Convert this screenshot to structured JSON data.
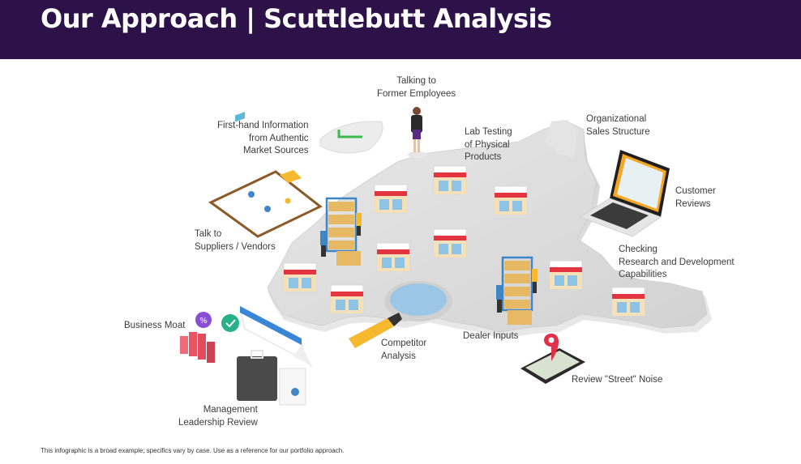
{
  "header": {
    "title": "Our Approach | Scuttlebutt Analysis",
    "background_color": "#2d1149"
  },
  "labels": {
    "former_employees": [
      "Talking to",
      "Former Employees"
    ],
    "firsthand_info": [
      "First-hand Information",
      "from Authentic",
      "Market Sources"
    ],
    "lab_testing": [
      "Lab Testing",
      "of Physical",
      "Products"
    ],
    "org_sales": [
      "Organizational",
      "Sales Structure"
    ],
    "customer_reviews": [
      "Customer",
      "Reviews"
    ],
    "suppliers": [
      "Talk to",
      "Suppliers / Vendors"
    ],
    "rd_capabilities": [
      "Checking",
      "Research and Development",
      "Capabilities"
    ],
    "business_moat": [
      "Business Moat"
    ],
    "competitor": [
      "Competitor",
      "Analysis"
    ],
    "dealer_inputs": [
      "Dealer Inputs"
    ],
    "street_noise": [
      "Review \"Street\" Noise"
    ],
    "management": [
      "Management",
      "Leadership Review"
    ]
  },
  "icons": {
    "shield": "shield-check-icon",
    "person": "businesswoman-icon",
    "laptop": "laptop-dashboard-icon",
    "clipboard": "clipboard-report-icon",
    "magnifier": "magnifying-glass-icon",
    "phone": "phone-map-pin-icon",
    "briefcase": "briefcase-icon",
    "calendar": "calendar-icon",
    "bar_chart": "bar-chart-icon",
    "percent": "percent-badge-icon",
    "check_badge": "check-badge-icon",
    "store": "store-icon",
    "warehouse": "warehouse-shelf-icon"
  },
  "colors": {
    "map": "#dcdcdc",
    "accent_yellow": "#f5b82e",
    "awning_red": "#e2353f",
    "glass_blue": "#8fc3e6",
    "pin_red": "#e0304a"
  },
  "footnote": "This infographic is a broad example; specifics vary by case. Use as a reference for our portfolio approach."
}
